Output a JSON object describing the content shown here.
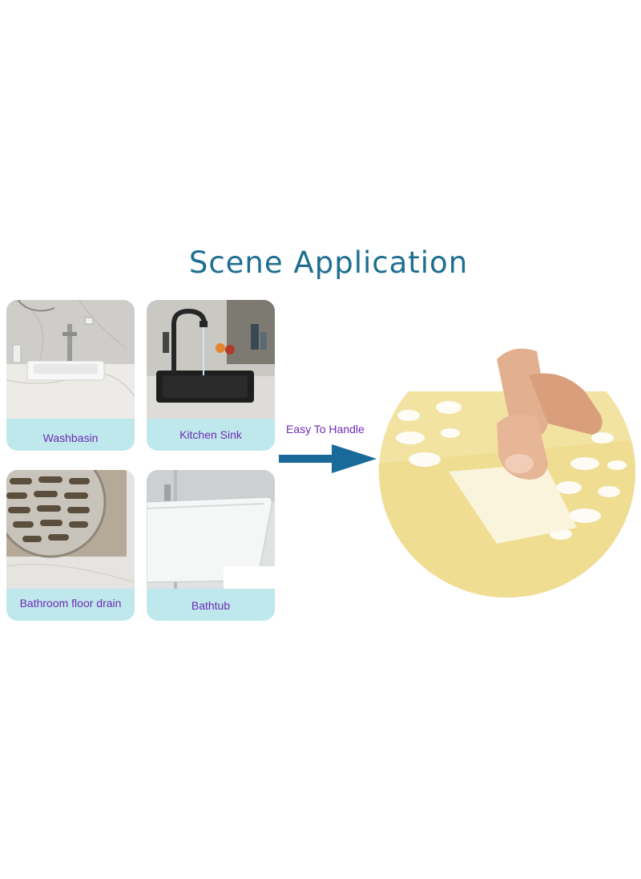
{
  "title": "Scene Application",
  "scenes": [
    {
      "label": "Washbasin",
      "icon": "washbasin-photo"
    },
    {
      "label": "Kitchen Sink",
      "icon": "kitchen-sink-photo"
    },
    {
      "label": "Bathroom floor drain",
      "icon": "floor-drain-photo"
    },
    {
      "label": "Bathtub",
      "icon": "bathtub-photo"
    }
  ],
  "arrow_caption": "Easy To Handle",
  "colors": {
    "title": "#1e6e92",
    "label": "#6d2bb5",
    "card_strip": "#bfe8ec",
    "arrow": "#1a6a99",
    "sticker": "#f2e6a6"
  }
}
